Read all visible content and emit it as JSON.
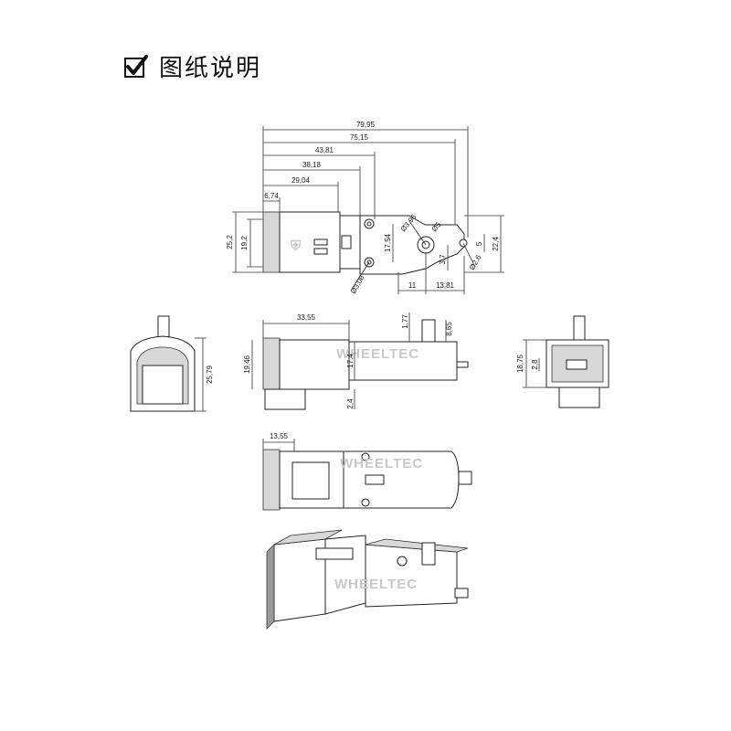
{
  "header": {
    "title": "图纸说明",
    "check_icon": "checkmark-box-icon"
  },
  "watermark": {
    "brand": "WHEELTEC"
  },
  "top_view": {
    "dims": {
      "overall": "79,95",
      "to_flange": "75,15",
      "to_hole2": "43,81",
      "to_hole1": "38,18",
      "to_gearbox": "29,04",
      "cap": "6,74",
      "height_outer": "25,2",
      "height_inner": "19,2",
      "hole_spacing": "17,54",
      "right_height": "22,4",
      "right_small": "5",
      "shaft_offset": "3,7",
      "hole_dia": "Ø3,08",
      "bore_dia1": "Ø3,96",
      "bore_dia2": "Ø5",
      "tab_dia": "Ø2,6",
      "bottom_left": "11",
      "bottom_right": "13,81"
    }
  },
  "side_view": {
    "dims": {
      "length": "33,55",
      "height": "19,46",
      "inner": "17,4",
      "bottom": "2,4",
      "shaft_top": "1,77",
      "shaft_height": "8,65"
    }
  },
  "left_view": {
    "dims": {
      "height": "25,79"
    }
  },
  "right_view": {
    "dims": {
      "height": "18,75",
      "small": "2,8"
    }
  },
  "bottom_view": {
    "dims": {
      "width": "13,55"
    }
  }
}
